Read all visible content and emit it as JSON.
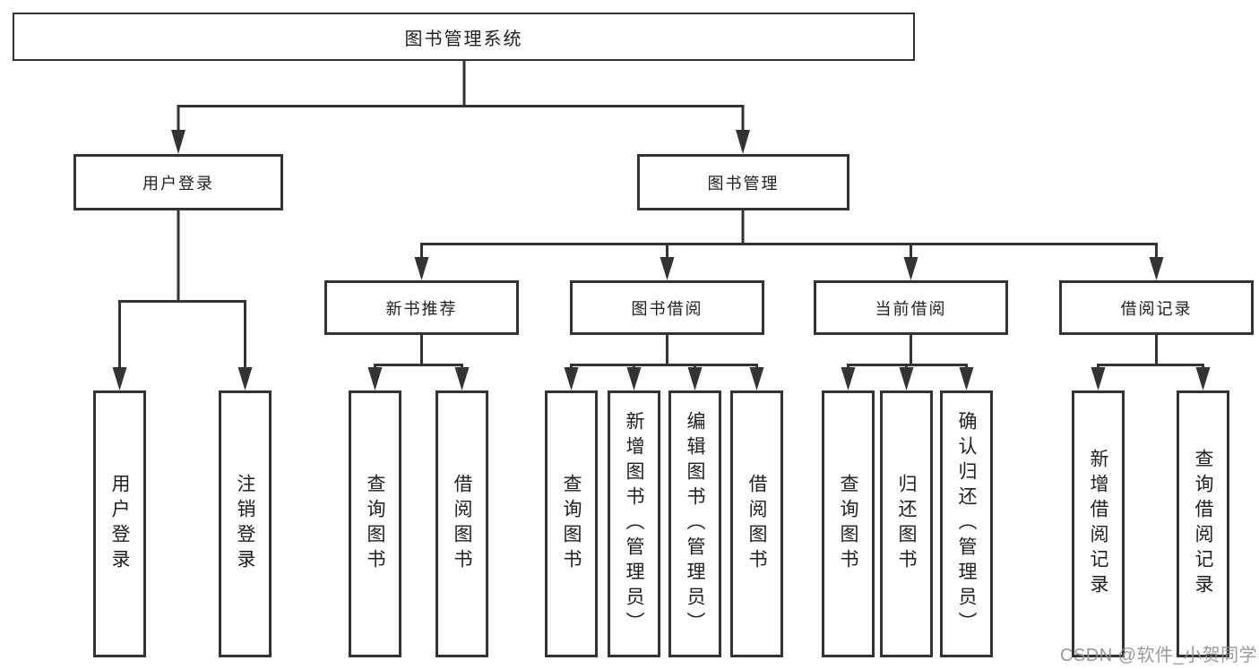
{
  "title": "图书管理系统",
  "branches": {
    "user": {
      "label": "用户登录",
      "children": [
        "用户登录",
        "注销登录"
      ]
    },
    "mgmt": {
      "label": "图书管理",
      "modules": {
        "recommend": {
          "label": "新书推荐",
          "children": [
            "查询图书",
            "借阅图书"
          ]
        },
        "borrow": {
          "label": "图书借阅",
          "children": [
            "查询图书",
            "新增图书（管理员）",
            "编辑图书（管理员）",
            "借阅图书"
          ]
        },
        "current": {
          "label": "当前借阅",
          "children": [
            "查询图书",
            "归还图书",
            "确认归还（管理员）"
          ]
        },
        "records": {
          "label": "借阅记录",
          "children": [
            "新增借阅记录",
            "查询借阅记录"
          ]
        }
      }
    }
  },
  "watermark": "CSDN @软件_小贺同学",
  "colors": {
    "line": "#333333",
    "box_border": "#333333",
    "background": "#ffffff",
    "watermark": "#919191"
  }
}
